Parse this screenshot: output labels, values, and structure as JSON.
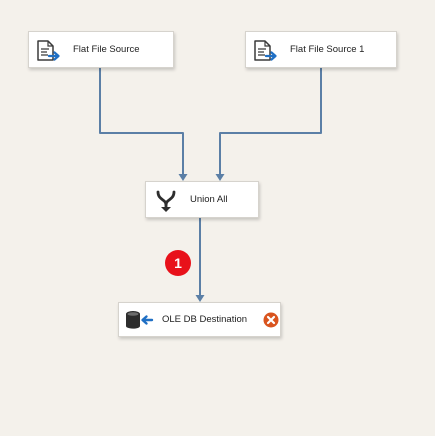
{
  "nodes": {
    "flat_file_source": {
      "label": "Flat File Source",
      "icon": "flat-file-source-icon"
    },
    "flat_file_source_1": {
      "label": "Flat File Source 1",
      "icon": "flat-file-source-icon"
    },
    "union_all": {
      "label": "Union All",
      "icon": "union-all-icon"
    },
    "ole_db_destination": {
      "label": "OLE DB Destination",
      "icon": "ole-db-destination-icon",
      "status": "error-icon"
    }
  },
  "badge": {
    "text": "1"
  },
  "colors": {
    "canvas": "#f4f1eb",
    "connector": "#5b7fa6",
    "badge": "#e8111a",
    "error": "#d9541e"
  }
}
